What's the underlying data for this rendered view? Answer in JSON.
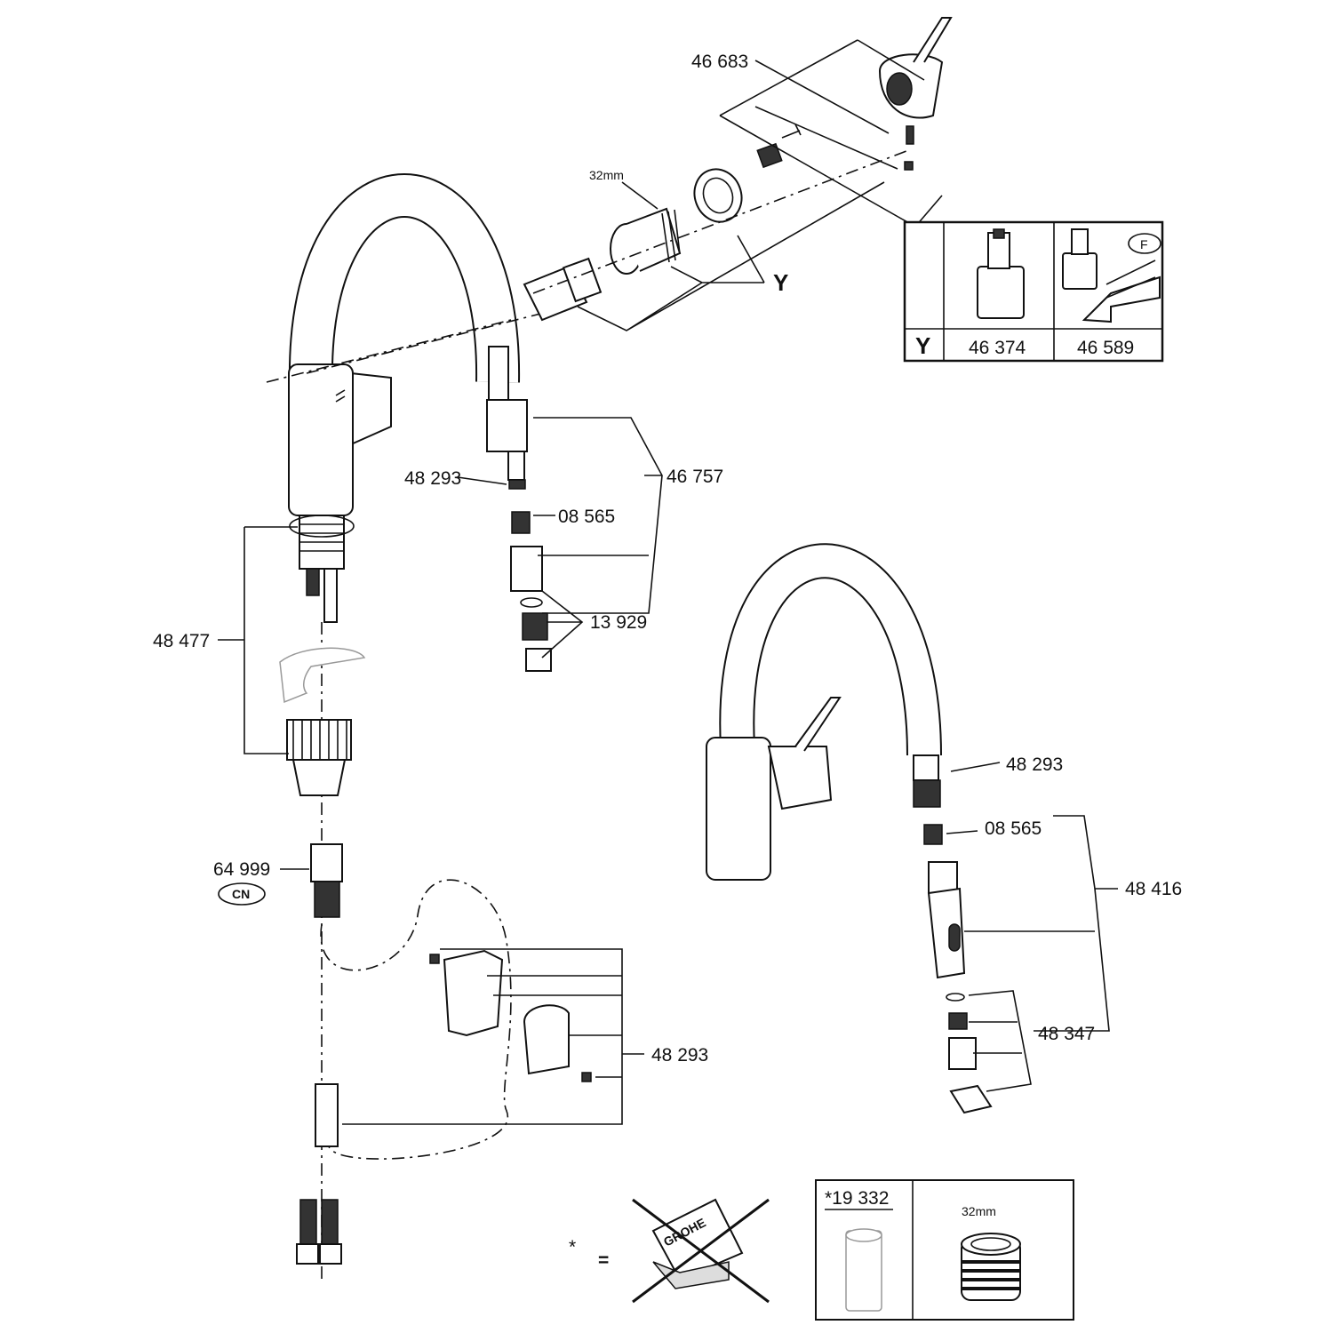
{
  "labels": {
    "handle": "46 683",
    "nut_size": "32mm",
    "cartridge_ref": "Y",
    "spout_hose_connector": "48 293",
    "hose_set": "46 757",
    "hose_part": "08 565",
    "aerator": "13 929",
    "mounting_set": "48 477",
    "quick_connector": "64 999",
    "quick_connector_region": "CN",
    "hose_guide": "48 293",
    "right_hose_connector": "48 293",
    "right_hose_part": "08 565",
    "spray_head": "48 416",
    "spray_aerator": "48 347"
  },
  "cartridge_table": {
    "row_label": "Y",
    "options": [
      {
        "part_number": "46 374"
      },
      {
        "part_number": "46 589",
        "badge": "F"
      }
    ]
  },
  "footer": {
    "asterisk": "*",
    "equals": "=",
    "brand_box_text": "GROHE",
    "tool_part": "*19 332",
    "tool_size": "32mm"
  }
}
